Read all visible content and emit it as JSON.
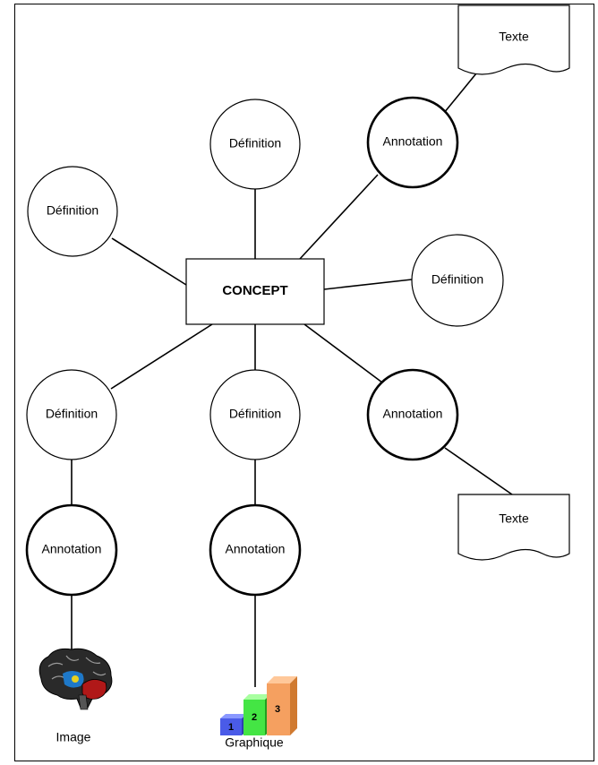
{
  "concept": {
    "label": "CONCEPT"
  },
  "nodes": {
    "def_top": "Définition",
    "def_upper_left": "Définition",
    "def_right": "Définition",
    "def_lower_left": "Définition",
    "def_lower_mid": "Définition",
    "ann_top_right": "Annotation",
    "ann_right": "Annotation",
    "ann_left": "Annotation",
    "ann_mid": "Annotation"
  },
  "documents": {
    "text_top": "Texte",
    "text_bottom": "Texte"
  },
  "captions": {
    "image": "Image",
    "chart": "Graphique"
  },
  "chart_icon": {
    "bar_labels": [
      "1",
      "2",
      "3"
    ],
    "colors": [
      "#4a5be8",
      "#44e544",
      "#f5a060"
    ]
  },
  "icons": {
    "image": "brain-icon",
    "chart": "bar-chart-icon"
  }
}
